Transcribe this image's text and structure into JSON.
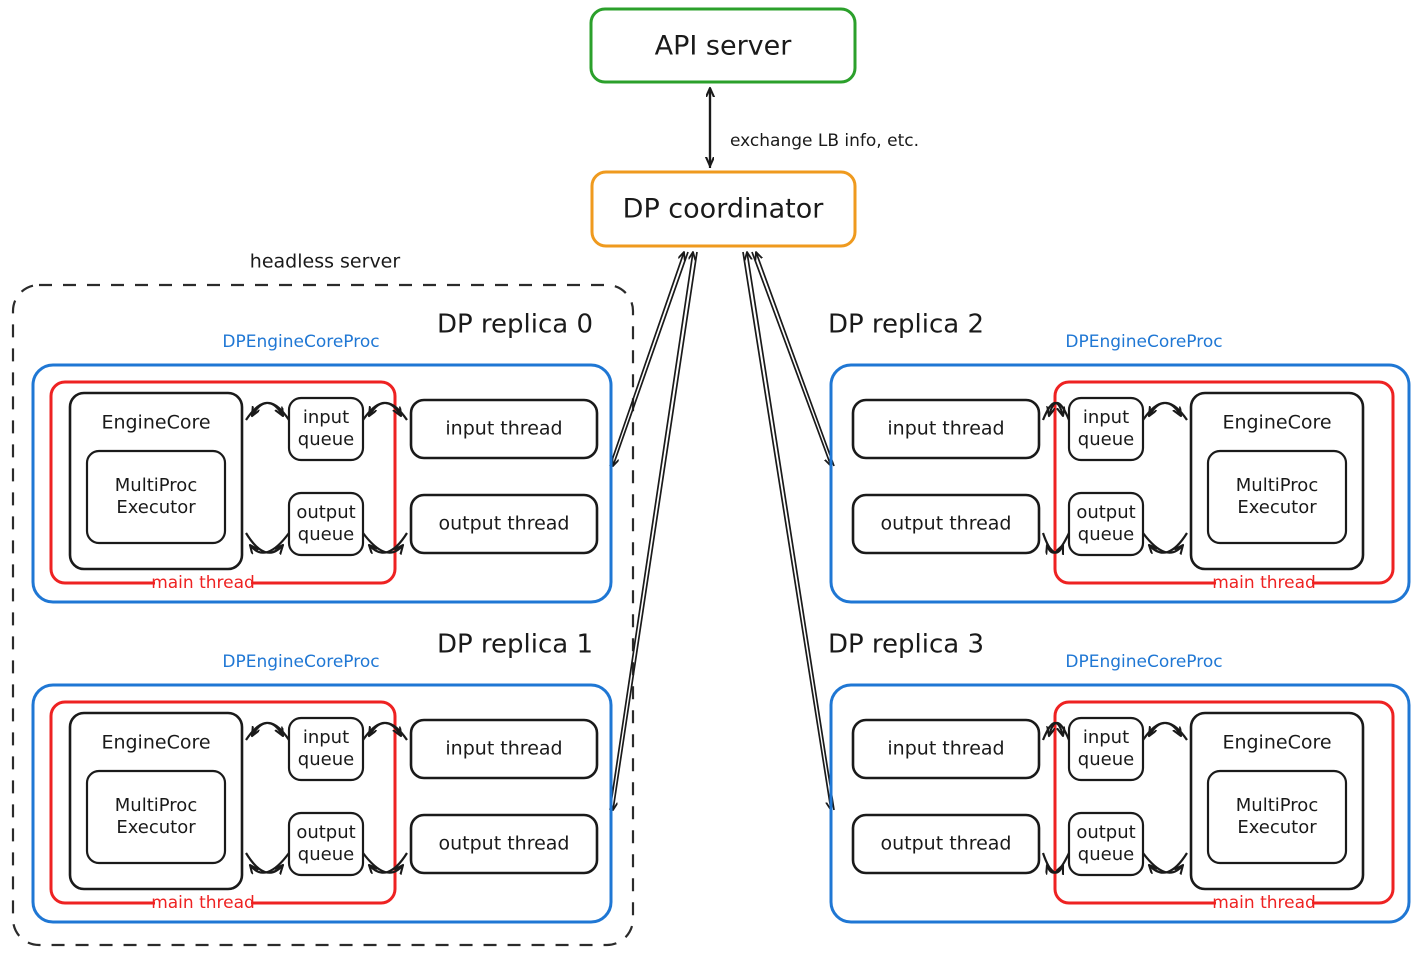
{
  "diagram": {
    "title_nodes": {
      "api_server": "API server",
      "dp_coordinator": "DP coordinator"
    },
    "edge_labels": {
      "coordinator_api": "exchange LB info, etc."
    },
    "boundary": {
      "headless_server": "headless server"
    },
    "group_labels": {
      "proc": "DPEngineCoreProc",
      "main_thread": "main thread"
    },
    "node_labels": {
      "engine_core": "EngineCore",
      "multiproc_executor_line1": "MultiProc",
      "multiproc_executor_line2": "Executor",
      "input_queue_line1": "input",
      "input_queue_line2": "queue",
      "output_queue_line1": "output",
      "output_queue_line2": "queue",
      "input_thread": "input thread",
      "output_thread": "output thread"
    },
    "replicas": [
      {
        "id": "replica-0",
        "title": "DP replica 0",
        "orientation": "core-left",
        "in_headless": true
      },
      {
        "id": "replica-1",
        "title": "DP replica 1",
        "orientation": "core-left",
        "in_headless": true
      },
      {
        "id": "replica-2",
        "title": "DP replica 2",
        "orientation": "core-right",
        "in_headless": false
      },
      {
        "id": "replica-3",
        "title": "DP replica 3",
        "orientation": "core-right",
        "in_headless": false
      }
    ],
    "colors": {
      "api_server_border": "#2ba02b",
      "coordinator_border": "#ef9a1e",
      "proc_border": "#1f77d4",
      "main_thread_border": "#ee2222",
      "node_border": "#1a1a1a",
      "headless_border": "#2b2b2b",
      "text": "#1a1a1a",
      "background": "#ffffff"
    }
  }
}
